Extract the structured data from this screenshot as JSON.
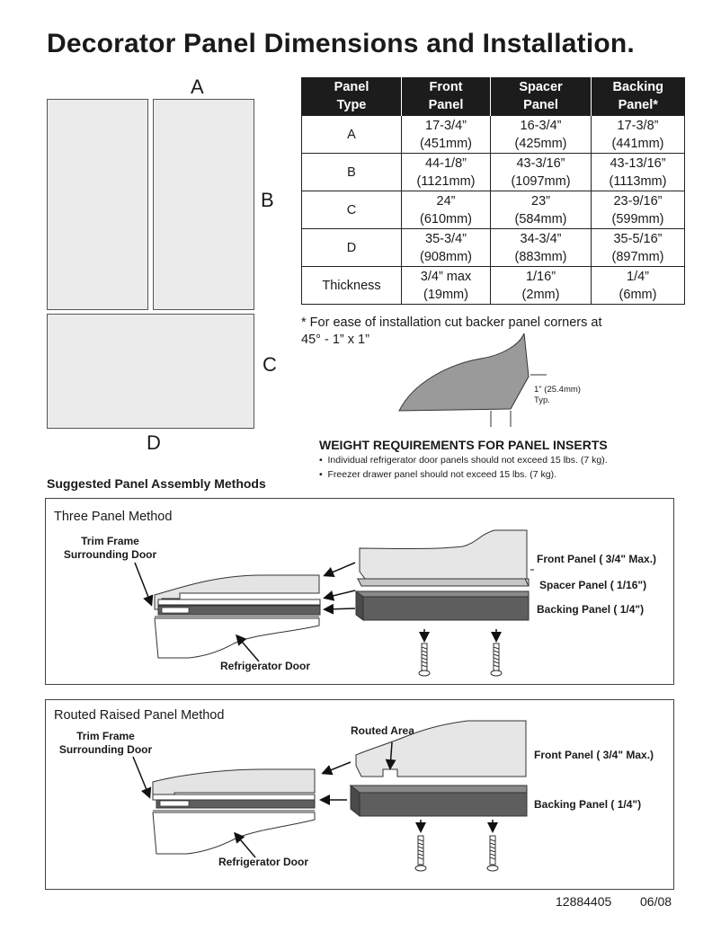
{
  "title": "Decorator Panel Dimensions and Installation.",
  "panel_labels": {
    "a": "A",
    "b": "B",
    "c": "C",
    "d": "D"
  },
  "table": {
    "headers": [
      {
        "l1": "Panel",
        "l2": "Type"
      },
      {
        "l1": "Front",
        "l2": "Panel"
      },
      {
        "l1": "Spacer",
        "l2": "Panel"
      },
      {
        "l1": "Backing",
        "l2": "Panel*"
      }
    ],
    "rows": [
      {
        "type": "A",
        "front": [
          "17-3/4”",
          "(451mm)"
        ],
        "spacer": [
          "16-3/4”",
          "(425mm)"
        ],
        "backing": [
          "17-3/8”",
          "(441mm)"
        ]
      },
      {
        "type": "B",
        "front": [
          "44-1/8”",
          "(1121mm)"
        ],
        "spacer": [
          "43-3/16”",
          "(1097mm)"
        ],
        "backing": [
          "43-13/16”",
          "(1113mm)"
        ]
      },
      {
        "type": "C",
        "front": [
          "24”",
          "(610mm)"
        ],
        "spacer": [
          "23”",
          "(584mm)"
        ],
        "backing": [
          "23-9/16”",
          "(599mm)"
        ]
      },
      {
        "type": "D",
        "front": [
          "35-3/4”",
          "(908mm)"
        ],
        "spacer": [
          "34-3/4”",
          "(883mm)"
        ],
        "backing": [
          "35-5/16”",
          "(897mm)"
        ]
      },
      {
        "type": "Thickness",
        "front": [
          "3/4” max",
          "(19mm)"
        ],
        "spacer": [
          "1/16”",
          "(2mm)"
        ],
        "backing": [
          "1/4”",
          "(6mm)"
        ]
      }
    ]
  },
  "corner_note": {
    "line1": "* For ease of installation cut backer panel corners at",
    "line2": "45° - 1” x 1”"
  },
  "corner_dim": {
    "line1": "1\" (25.4mm)",
    "line2": "Typ."
  },
  "weight": {
    "title": "WEIGHT REQUIREMENTS FOR PANEL INSERTS",
    "bullets": [
      "Individual refrigerator door panels should not exceed  15 lbs. (7 kg).",
      "Freezer drawer panel should not exceed 15 lbs. (7 kg)."
    ]
  },
  "assembly_title": "Suggested Panel  Assembly Methods",
  "three_panel": {
    "title": "Three Panel Method",
    "trim_frame": {
      "l1": "Trim Frame",
      "l2": "Surrounding Door"
    },
    "front": "Front Panel ( 3/4\" Max.)",
    "spacer": "Spacer Panel ( 1/16\")",
    "backing": "Backing Panel ( 1/4\")",
    "door": "Refrigerator Door"
  },
  "routed": {
    "title": "Routed Raised Panel Method",
    "routed_area": "Routed Area",
    "trim_frame": {
      "l1": "Trim Frame",
      "l2": "Surrounding Door"
    },
    "front": "Front Panel ( 3/4\" Max.)",
    "backing": "Backing Panel ( 1/4\")",
    "door": "Refrigerator Door"
  },
  "footer": {
    "doc_number": "12884405",
    "date": "06/08"
  },
  "colors": {
    "panel_fill": "#ebebeb",
    "header_bg": "#1c1c1c",
    "backing_fill": "#5e5e5e",
    "front_fill": "#e6e6e6"
  }
}
